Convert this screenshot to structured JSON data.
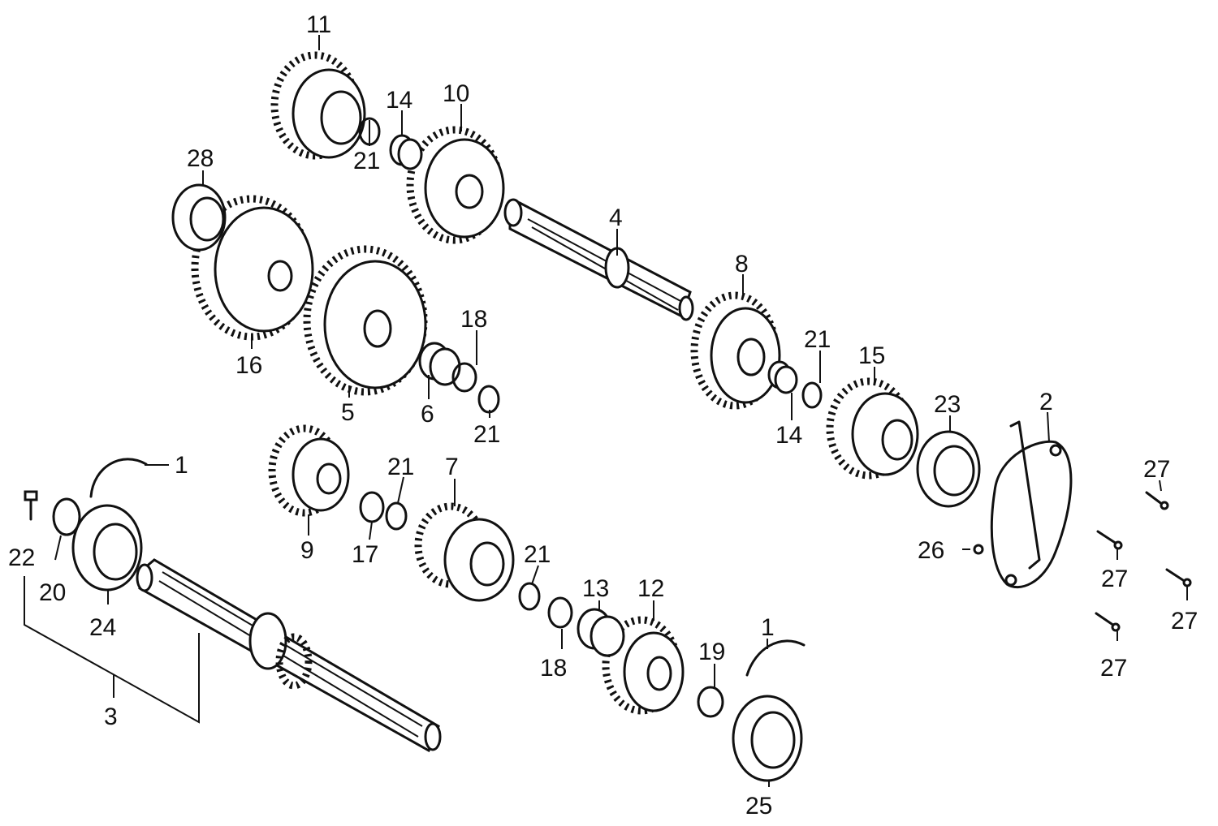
{
  "labels": {
    "l1a": "1",
    "l1b": "1",
    "l2": "2",
    "l3": "3",
    "l4": "4",
    "l5": "5",
    "l6": "6",
    "l7": "7",
    "l8": "8",
    "l9": "9",
    "l10": "10",
    "l11": "11",
    "l12": "12",
    "l13": "13",
    "l14a": "14",
    "l14b": "14",
    "l15": "15",
    "l16": "16",
    "l17": "17",
    "l18a": "18",
    "l18b": "18",
    "l19": "19",
    "l20": "20",
    "l21a": "21",
    "l21b": "21",
    "l21c": "21",
    "l21d": "21",
    "l21e": "21",
    "l22": "22",
    "l23": "23",
    "l24": "24",
    "l25": "25",
    "l26": "26",
    "l27a": "27",
    "l27b": "27",
    "l27c": "27",
    "l27d": "27",
    "l28": "28"
  },
  "colors": {
    "ink": "#111111",
    "paper": "#ffffff"
  }
}
